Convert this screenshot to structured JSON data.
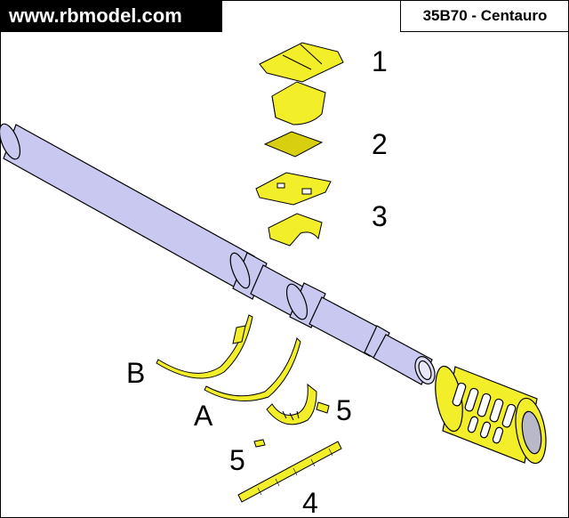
{
  "header": {
    "brand": "www.rbmodel.com",
    "product_code": "35B70 - Centauro"
  },
  "labels": {
    "step_1": "1",
    "step_2": "2",
    "step_3": "3",
    "part_b": "B",
    "part_a": "A",
    "part_5_upper": "5",
    "part_5_lower": "5",
    "part_4": "4"
  },
  "colors": {
    "barrel": "#c8c8f0",
    "etched_part": "#f3ee2a",
    "outline": "#000000"
  }
}
